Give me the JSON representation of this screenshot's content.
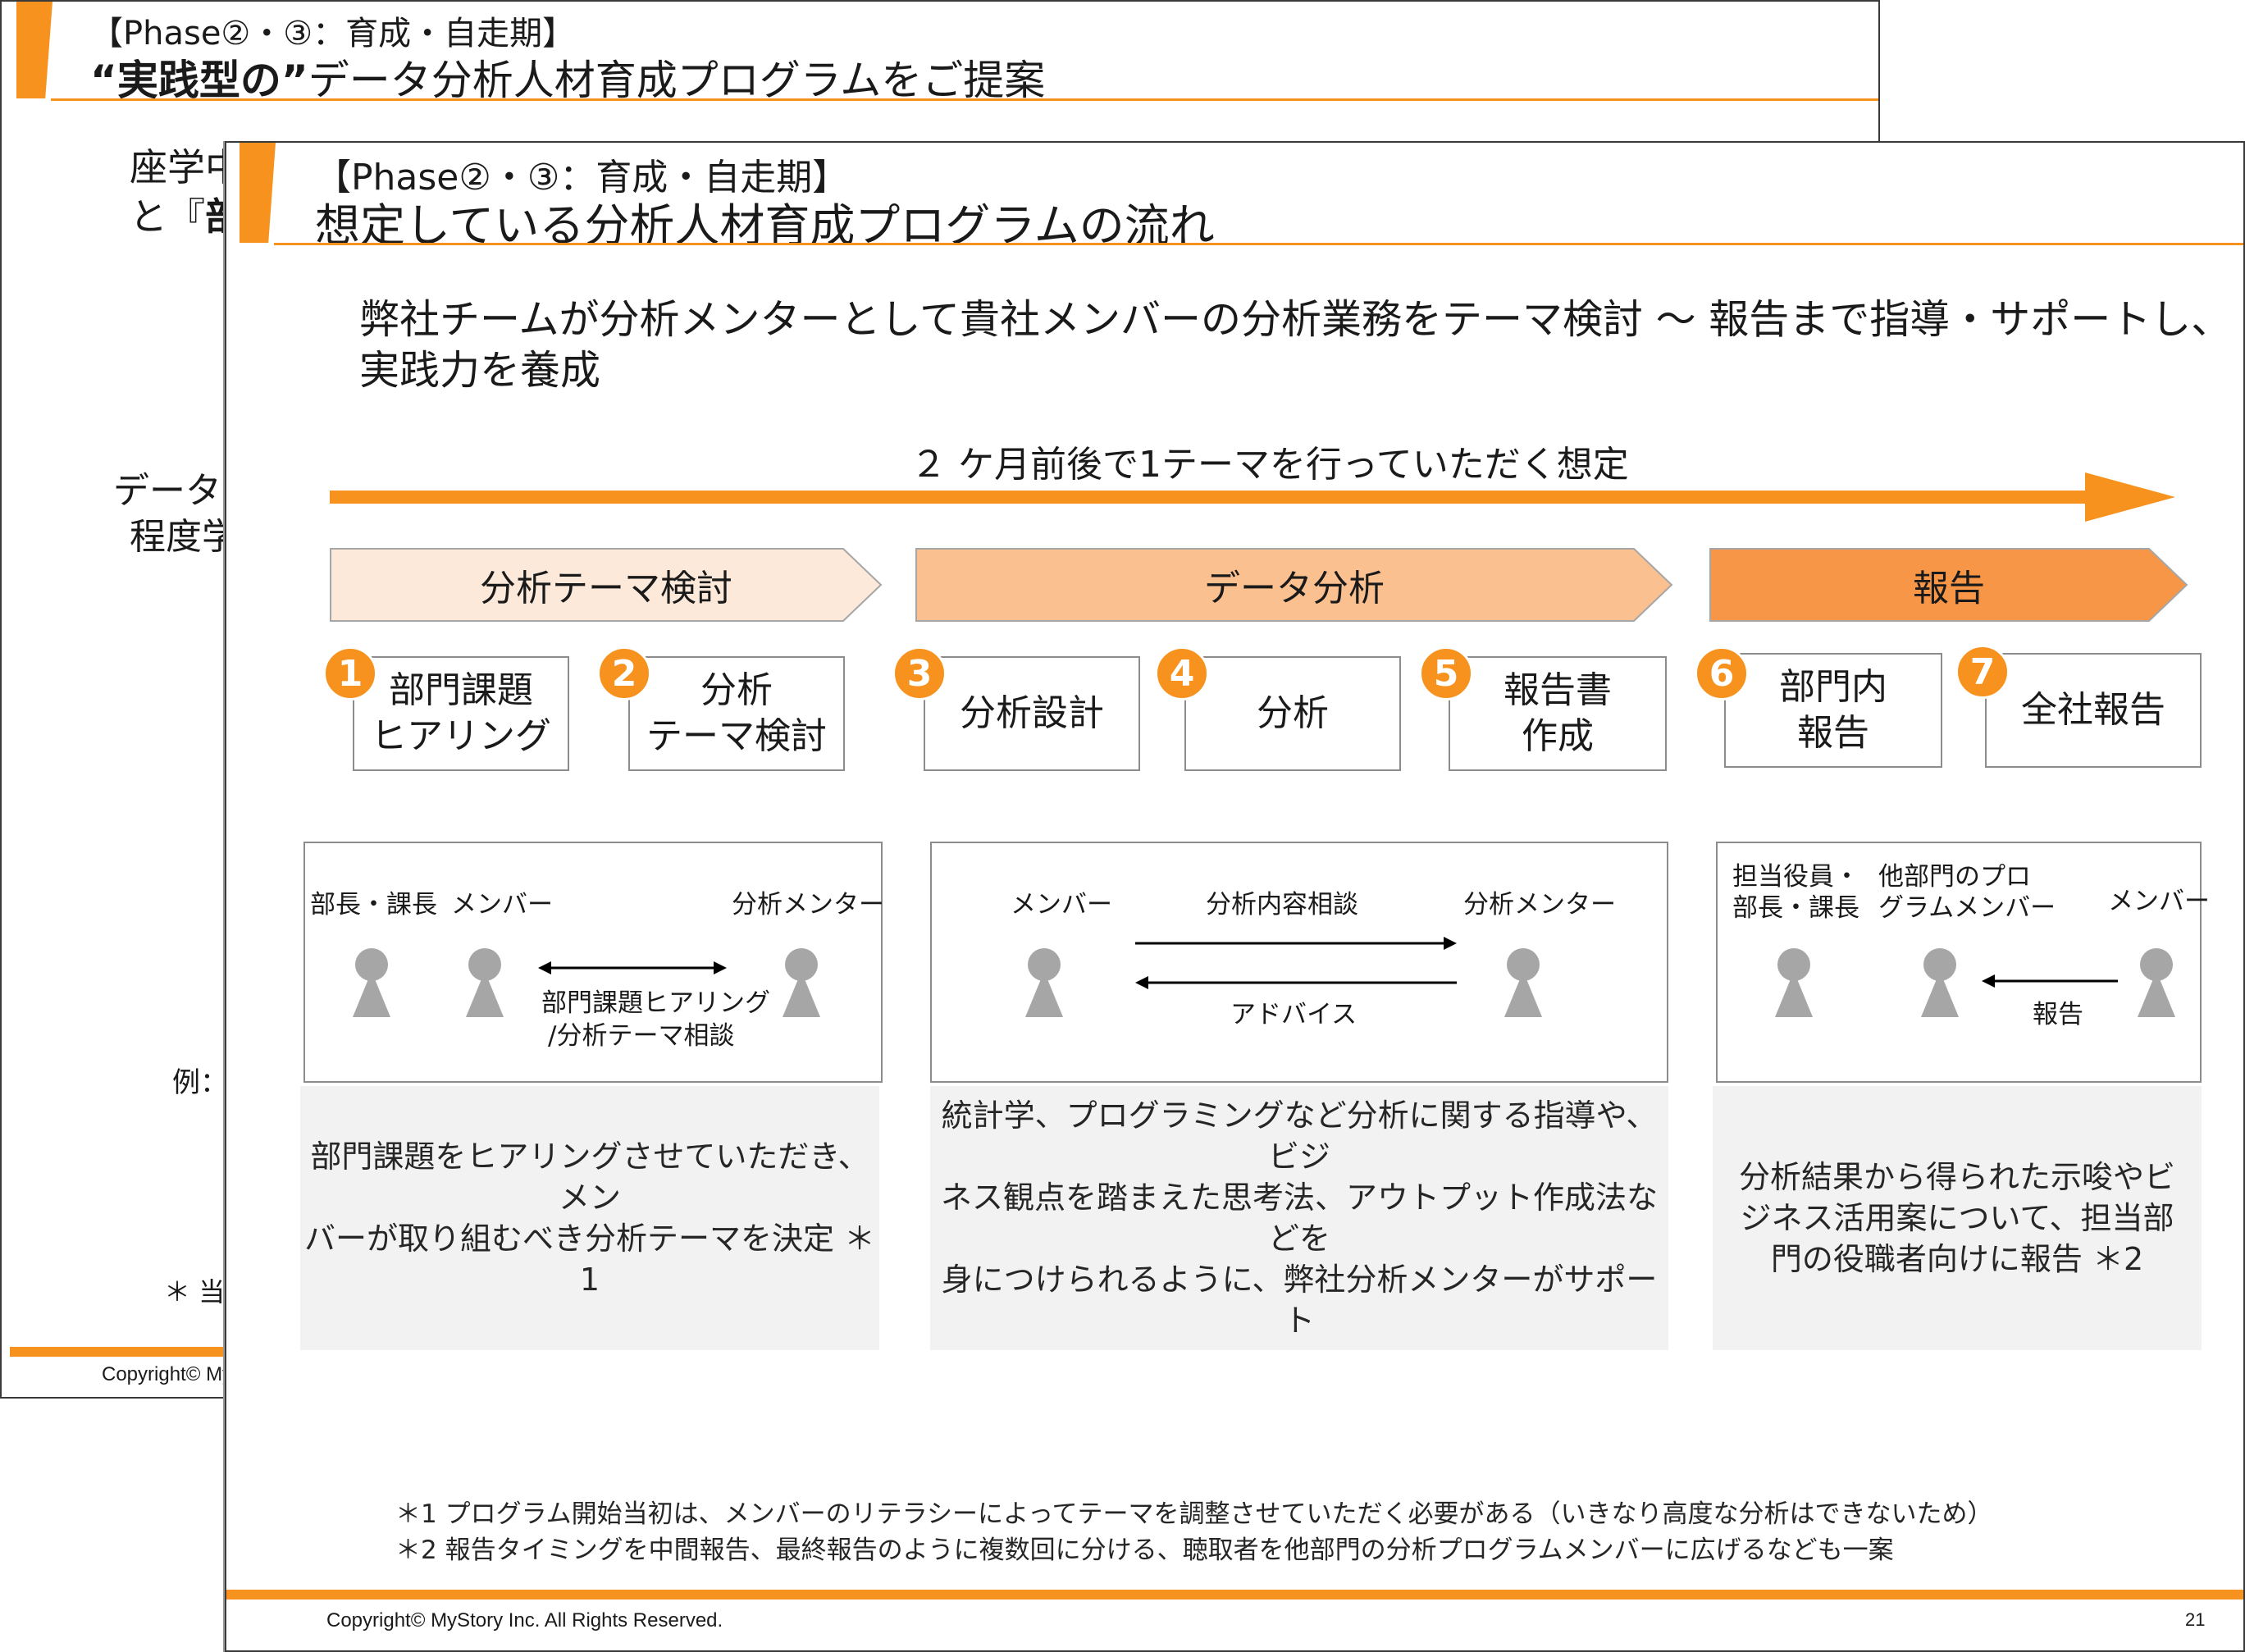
{
  "back_slide": {
    "phase": "【Phase②・③：育成・自走期】",
    "title_bold": "“実践型の”",
    "title_rest": "データ分析人材育成プログラムをご提案",
    "frag1": "座学中",
    "frag2_a": "と『",
    "frag2_b": "部",
    "frag3": "データ分",
    "frag4": "程度学",
    "frag5": "例：",
    "frag6": "＊ 当社",
    "copyright": "Copyright© My"
  },
  "slide": {
    "phase": "【Phase②・③：育成・自走期】",
    "title": "想定している分析人材育成プログラムの流れ",
    "lead_line1": "弊社チームが分析メンターとして貴社メンバーの分析業務をテーマ検討 ～ 報告まで指導・サポートし、",
    "lead_line2": "実践力を養成",
    "timeline_label": "２ ケ月前後で1テーマを行っていただく想定",
    "phases": [
      {
        "label": "分析テーマ検討",
        "color": "#fde9d9"
      },
      {
        "label": "データ分析",
        "color": "#fac090"
      },
      {
        "label": "報告",
        "color": "#f79646"
      }
    ],
    "steps": [
      {
        "num": "1",
        "label": "部門課題\nヒアリング"
      },
      {
        "num": "2",
        "label": "分析\nテーマ検討"
      },
      {
        "num": "3",
        "label": "分析設計"
      },
      {
        "num": "4",
        "label": "分析"
      },
      {
        "num": "5",
        "label": "報告書\n作成"
      },
      {
        "num": "6",
        "label": "部門内\n報告"
      },
      {
        "num": "7",
        "label": "全社報告"
      }
    ],
    "panel1": {
      "role_a": "部長・課長",
      "role_b": "メンバー",
      "role_c": "分析メンター",
      "arrow_label_1": "部門課題ヒアリング",
      "arrow_label_2": "/分析テーマ相談"
    },
    "panel2": {
      "role_a": "メンバー",
      "role_b": "分析メンター",
      "arrow_top_label": "分析内容相談",
      "arrow_bottom_label": "アドバイス"
    },
    "panel3": {
      "role_a_1": "担当役員・",
      "role_a_2": "部長・課長",
      "role_b_1": "他部門のプロ",
      "role_b_2": "グラムメンバー",
      "role_c": "メンバー",
      "arrow_label": "報告"
    },
    "desc": [
      {
        "line1": "部門課題をヒアリングさせていただき、メン",
        "line2": "バーが取り組むべき分析テーマを決定 ＊1",
        "line3": ""
      },
      {
        "line1": "統計学、プログラミングなど分析に関する指導や、ビジ",
        "line2": "ネス観点を踏まえた思考法、アウトプット作成法などを",
        "line3": "身につけられるように、弊社分析メンターがサポート"
      },
      {
        "line1": "分析結果から得られた示唆やビ",
        "line2": "ジネス活用案について、担当部",
        "line3": "門の役職者向けに報告 ＊2"
      }
    ],
    "note1": "＊1 プログラム開始当初は、メンバーのリテラシーによってテーマを調整させていただく必要がある（いきなり高度な分析はできないため）",
    "note2": "＊2 報告タイミングを中間報告、最終報告のように複数回に分ける、聴取者を他部門の分析プログラムメンバーに広げるなども一案",
    "copyright": "Copyright© MyStory Inc. All Rights Reserved.",
    "page_number": "21"
  },
  "colors": {
    "accent": "#f7921e",
    "person": "#a6a6a6"
  }
}
